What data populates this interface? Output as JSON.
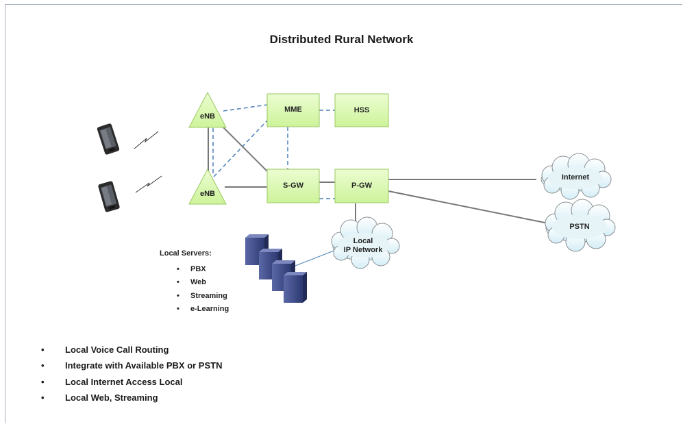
{
  "title": "Distributed Rural Network",
  "nodes": {
    "enb_top": "eNB",
    "enb_bottom": "eNB",
    "mme": "MME",
    "hss": "HSS",
    "sgw": "S-GW",
    "pgw": "P-GW",
    "internet": "Internet",
    "pstn": "PSTN",
    "local_ip_network": "Local IP Network"
  },
  "local_servers": {
    "heading": "Local Servers:",
    "items": [
      "PBX",
      "Web",
      "Streaming",
      "e-Learning"
    ]
  },
  "features": [
    "Local Voice Call Routing",
    "Integrate with Available PBX or PSTN",
    "Local Internet Access Local",
    "Local Web, Streaming"
  ],
  "colors": {
    "node_fill": "#ddfbb7",
    "node_border": "#9bc860",
    "cloud_fill": "#e6f7fb",
    "solid_link": "#777777",
    "dashed_link": "#4a7ebb",
    "server_blue": "#3f4d89"
  }
}
